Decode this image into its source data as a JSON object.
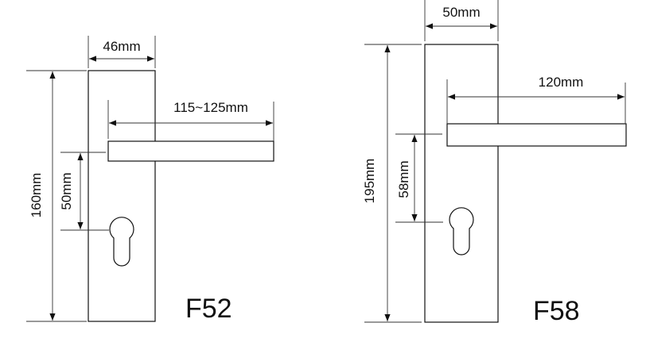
{
  "diagrams": [
    {
      "model": "F52",
      "plate_width": "46mm",
      "plate_height": "160mm",
      "handle_length": "115~125mm",
      "handle_to_keyhole": "50mm"
    },
    {
      "model": "F58",
      "plate_width": "50mm",
      "plate_height": "195mm",
      "handle_length": "120mm",
      "handle_to_keyhole": "58mm"
    }
  ],
  "colors": {
    "line": "#111111",
    "background": "#ffffff"
  }
}
